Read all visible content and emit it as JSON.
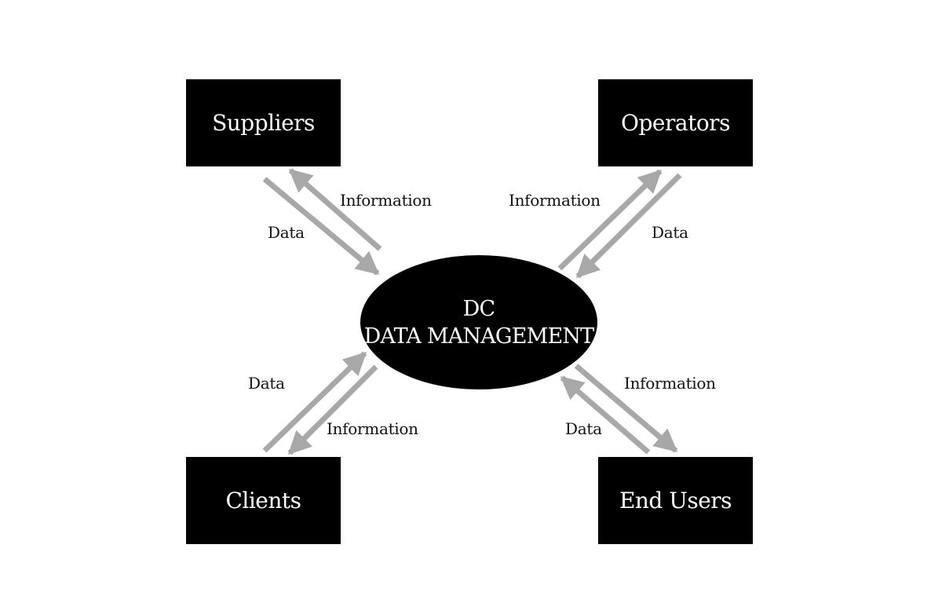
{
  "diagram": {
    "hub": {
      "line1": "DC",
      "line2": "DATA MANAGEMENT"
    },
    "nodes": {
      "suppliers": "Suppliers",
      "operators": "Operators",
      "clients": "Clients",
      "end_users": "End Users"
    },
    "flows": {
      "suppliers": {
        "to_hub": "Data",
        "from_hub": "Information"
      },
      "operators": {
        "to_hub": "Data",
        "from_hub": "Information"
      },
      "clients": {
        "to_hub": "Data",
        "from_hub": "Information"
      },
      "end_users": {
        "to_hub": "Data",
        "from_hub": "Information"
      }
    },
    "colors": {
      "box_fill": "#000000",
      "box_text": "#ffffff",
      "arrow": "#a8a8a8",
      "label_text": "#111111"
    }
  }
}
